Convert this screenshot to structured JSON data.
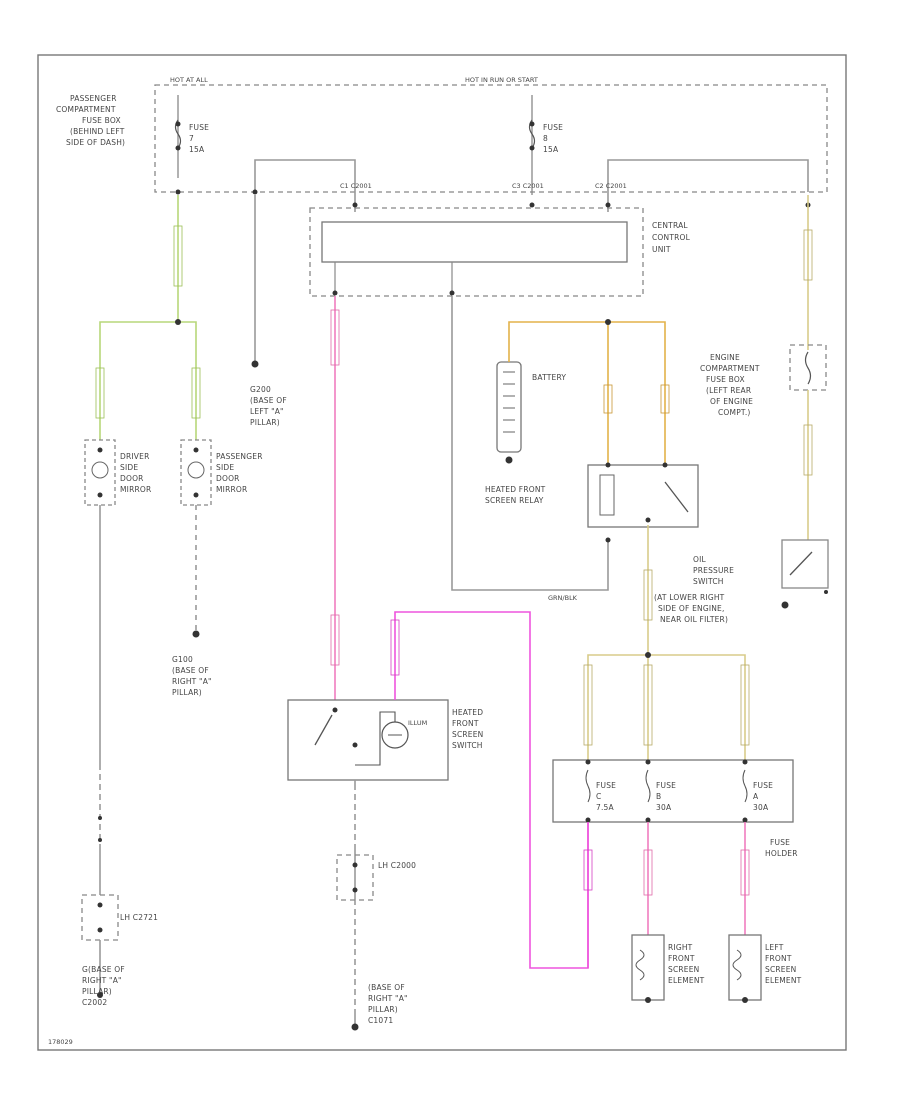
{
  "diagram": {
    "hot_at_all_times": "HOT AT ALL",
    "hot_ignition": "HOT IN RUN OR START",
    "fuse_box_label": [
      "PASSENGER",
      "COMPARTMENT",
      "FUSE BOX",
      "(BEHIND LEFT",
      "SIDE OF DASH)"
    ],
    "fuse_7": [
      "FUSE",
      "7",
      "15A"
    ],
    "fuse_8": [
      "FUSE",
      "8",
      "15A"
    ],
    "central_unit": [
      "CENTRAL",
      "CONTROL",
      "UNIT"
    ],
    "connectors_top": [
      "C1 C2001",
      "C3 C2001",
      "C2 C2001"
    ],
    "battery": "BATTERY",
    "engine_fuse_box": [
      "ENGINE",
      "COMPARTMENT",
      "FUSE BOX",
      "(LEFT REAR",
      "OF ENGINE",
      "COMPT.)"
    ],
    "ground_left_pillar": [
      "G200",
      "(BASE OF",
      "LEFT \"A\"",
      "PILLAR)"
    ],
    "driver_mirror": [
      "DRIVER",
      "SIDE",
      "DOOR",
      "MIRROR"
    ],
    "passenger_mirror": [
      "PASSENGER",
      "SIDE",
      "DOOR",
      "MIRROR"
    ],
    "ground_right_pillar": [
      "G100",
      "(BASE OF",
      "RIGHT \"A\"",
      "PILLAR)"
    ],
    "relay": [
      "HEATED FRONT",
      "SCREEN RELAY"
    ],
    "oil_switch": [
      "OIL",
      "PRESSURE",
      "SWITCH",
      "(AT LOWER RIGHT",
      "SIDE OF ENGINE,",
      "NEAR OIL FILTER)"
    ],
    "heated_switch": [
      "HEATED",
      "FRONT",
      "SCREEN",
      "SWITCH"
    ],
    "illum": "ILLUM",
    "fuse_c": [
      "FUSE",
      "C",
      "7.5A"
    ],
    "fuse_b": [
      "FUSE",
      "B",
      "30A"
    ],
    "fuse_a": [
      "FUSE",
      "A",
      "30A"
    ],
    "fuse_holder": [
      "FUSE",
      "HOLDER"
    ],
    "conn_lh": "LH C2721",
    "conn_rh": "LH C2000",
    "ground_base_left": [
      "G(BASE OF",
      "RIGHT \"A\"",
      "PILLAR)",
      "C2002"
    ],
    "ground_base_right": [
      "(BASE OF",
      "RIGHT \"A\"",
      "PILLAR)",
      "C1071"
    ],
    "right_element": [
      "RIGHT",
      "FRONT",
      "SCREEN",
      "ELEMENT"
    ],
    "left_element": [
      "LEFT",
      "FRONT",
      "SCREEN",
      "ELEMENT"
    ],
    "wire_grn_blk": "GRN/BLK",
    "footer_code": "178029"
  },
  "colors": {
    "green": "#b7d77a",
    "pink": "#f07dc0",
    "magenta": "#ee55dd",
    "orange": "#e3b24a",
    "gray": "#999999",
    "yellowtan": "#d8cc8a"
  }
}
